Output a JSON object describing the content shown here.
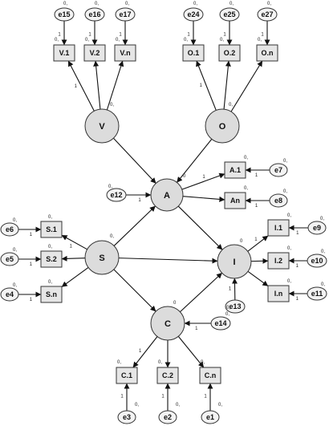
{
  "latents": [
    {
      "id": "V",
      "label": "V",
      "var": "0,"
    },
    {
      "id": "O",
      "label": "O",
      "var": "0,"
    },
    {
      "id": "A",
      "label": "A",
      "var": "0"
    },
    {
      "id": "S",
      "label": "S",
      "var": "0,"
    },
    {
      "id": "I",
      "label": "I",
      "var": "0"
    },
    {
      "id": "C",
      "label": "C",
      "var": "0"
    }
  ],
  "indicators": [
    {
      "id": "V1",
      "label": "V.1",
      "var": "0,"
    },
    {
      "id": "V2",
      "label": "V.2",
      "var": "0,"
    },
    {
      "id": "Vn",
      "label": "V.n",
      "var": "0,"
    },
    {
      "id": "O1",
      "label": "O.1",
      "var": "0,"
    },
    {
      "id": "O2",
      "label": "O.2",
      "var": "0,"
    },
    {
      "id": "On",
      "label": "O.n",
      "var": "0,"
    },
    {
      "id": "A1",
      "label": "A.1",
      "var": "0,"
    },
    {
      "id": "An",
      "label": "An",
      "var": "0,"
    },
    {
      "id": "S1",
      "label": "S.1",
      "var": "0,"
    },
    {
      "id": "S2",
      "label": "S.2",
      "var": "0,"
    },
    {
      "id": "Sn",
      "label": "S.n",
      "var": "0,"
    },
    {
      "id": "I1",
      "label": "I.1",
      "var": "0,"
    },
    {
      "id": "I2",
      "label": "I.2",
      "var": "0,"
    },
    {
      "id": "In",
      "label": "I.n",
      "var": "0,"
    },
    {
      "id": "C1",
      "label": "C.1",
      "var": "0,"
    },
    {
      "id": "C2",
      "label": "C.2",
      "var": "0,"
    },
    {
      "id": "Cn",
      "label": "C.n",
      "var": "0,"
    }
  ],
  "errors": [
    {
      "id": "e15",
      "label": "e15",
      "var": "0,",
      "target": "V1",
      "coef": "1"
    },
    {
      "id": "e16",
      "label": "e16",
      "var": "0,",
      "target": "V2",
      "coef": "1"
    },
    {
      "id": "e17",
      "label": "e17",
      "var": "0,",
      "target": "Vn",
      "coef": "1"
    },
    {
      "id": "e24",
      "label": "e24",
      "var": "0,",
      "target": "O1",
      "coef": "1"
    },
    {
      "id": "e25",
      "label": "e25",
      "var": "0,",
      "target": "O2",
      "coef": "1"
    },
    {
      "id": "e27",
      "label": "e27",
      "var": "0,",
      "target": "On",
      "coef": "1"
    },
    {
      "id": "e7",
      "label": "e7",
      "var": "0,",
      "target": "A1",
      "coef": "1"
    },
    {
      "id": "e8",
      "label": "e8",
      "var": "0,",
      "target": "An",
      "coef": "1"
    },
    {
      "id": "e12",
      "label": "e12",
      "var": "0,",
      "target": "A",
      "coef": "1"
    },
    {
      "id": "e6",
      "label": "e6",
      "var": "0,",
      "target": "S1",
      "coef": "1"
    },
    {
      "id": "e5",
      "label": "e5",
      "var": "0,",
      "target": "S2",
      "coef": "1"
    },
    {
      "id": "e4",
      "label": "e4",
      "var": "0,",
      "target": "Sn",
      "coef": "1"
    },
    {
      "id": "e9",
      "label": "e9",
      "var": "0,",
      "target": "I1",
      "coef": "1"
    },
    {
      "id": "e10",
      "label": "e10",
      "var": "0,",
      "target": "I2",
      "coef": "1"
    },
    {
      "id": "e11",
      "label": "e11",
      "var": "0,",
      "target": "In",
      "coef": "1"
    },
    {
      "id": "e13",
      "label": "e13",
      "var": "0,",
      "target": "I",
      "coef": "1"
    },
    {
      "id": "e14",
      "label": "e14",
      "var": "0,",
      "target": "C",
      "coef": "1"
    },
    {
      "id": "e3",
      "label": "e3",
      "var": "0,",
      "target": "C1",
      "coef": "1"
    },
    {
      "id": "e2",
      "label": "e2",
      "var": "0,",
      "target": "C2",
      "coef": "1"
    },
    {
      "id": "e1",
      "label": "e1",
      "var": "0,",
      "target": "Cn",
      "coef": "1"
    }
  ],
  "paths": [
    {
      "from": "V",
      "to": "V1",
      "coef": "1"
    },
    {
      "from": "V",
      "to": "V2",
      "coef": ""
    },
    {
      "from": "V",
      "to": "Vn",
      "coef": ""
    },
    {
      "from": "O",
      "to": "O1",
      "coef": "1"
    },
    {
      "from": "O",
      "to": "O2",
      "coef": ""
    },
    {
      "from": "O",
      "to": "On",
      "coef": ""
    },
    {
      "from": "A",
      "to": "A1",
      "coef": "1"
    },
    {
      "from": "A",
      "to": "An",
      "coef": ""
    },
    {
      "from": "S",
      "to": "S1",
      "coef": "1"
    },
    {
      "from": "S",
      "to": "S2",
      "coef": ""
    },
    {
      "from": "S",
      "to": "Sn",
      "coef": ""
    },
    {
      "from": "I",
      "to": "I1",
      "coef": "1"
    },
    {
      "from": "I",
      "to": "I2",
      "coef": ""
    },
    {
      "from": "I",
      "to": "In",
      "coef": ""
    },
    {
      "from": "C",
      "to": "C1",
      "coef": "1"
    },
    {
      "from": "C",
      "to": "C2",
      "coef": ""
    },
    {
      "from": "C",
      "to": "Cn",
      "coef": ""
    },
    {
      "from": "V",
      "to": "A",
      "coef": ""
    },
    {
      "from": "O",
      "to": "A",
      "coef": ""
    },
    {
      "from": "S",
      "to": "A",
      "coef": ""
    },
    {
      "from": "S",
      "to": "I",
      "coef": ""
    },
    {
      "from": "S",
      "to": "C",
      "coef": ""
    },
    {
      "from": "A",
      "to": "I",
      "coef": ""
    },
    {
      "from": "C",
      "to": "I",
      "coef": ""
    }
  ]
}
